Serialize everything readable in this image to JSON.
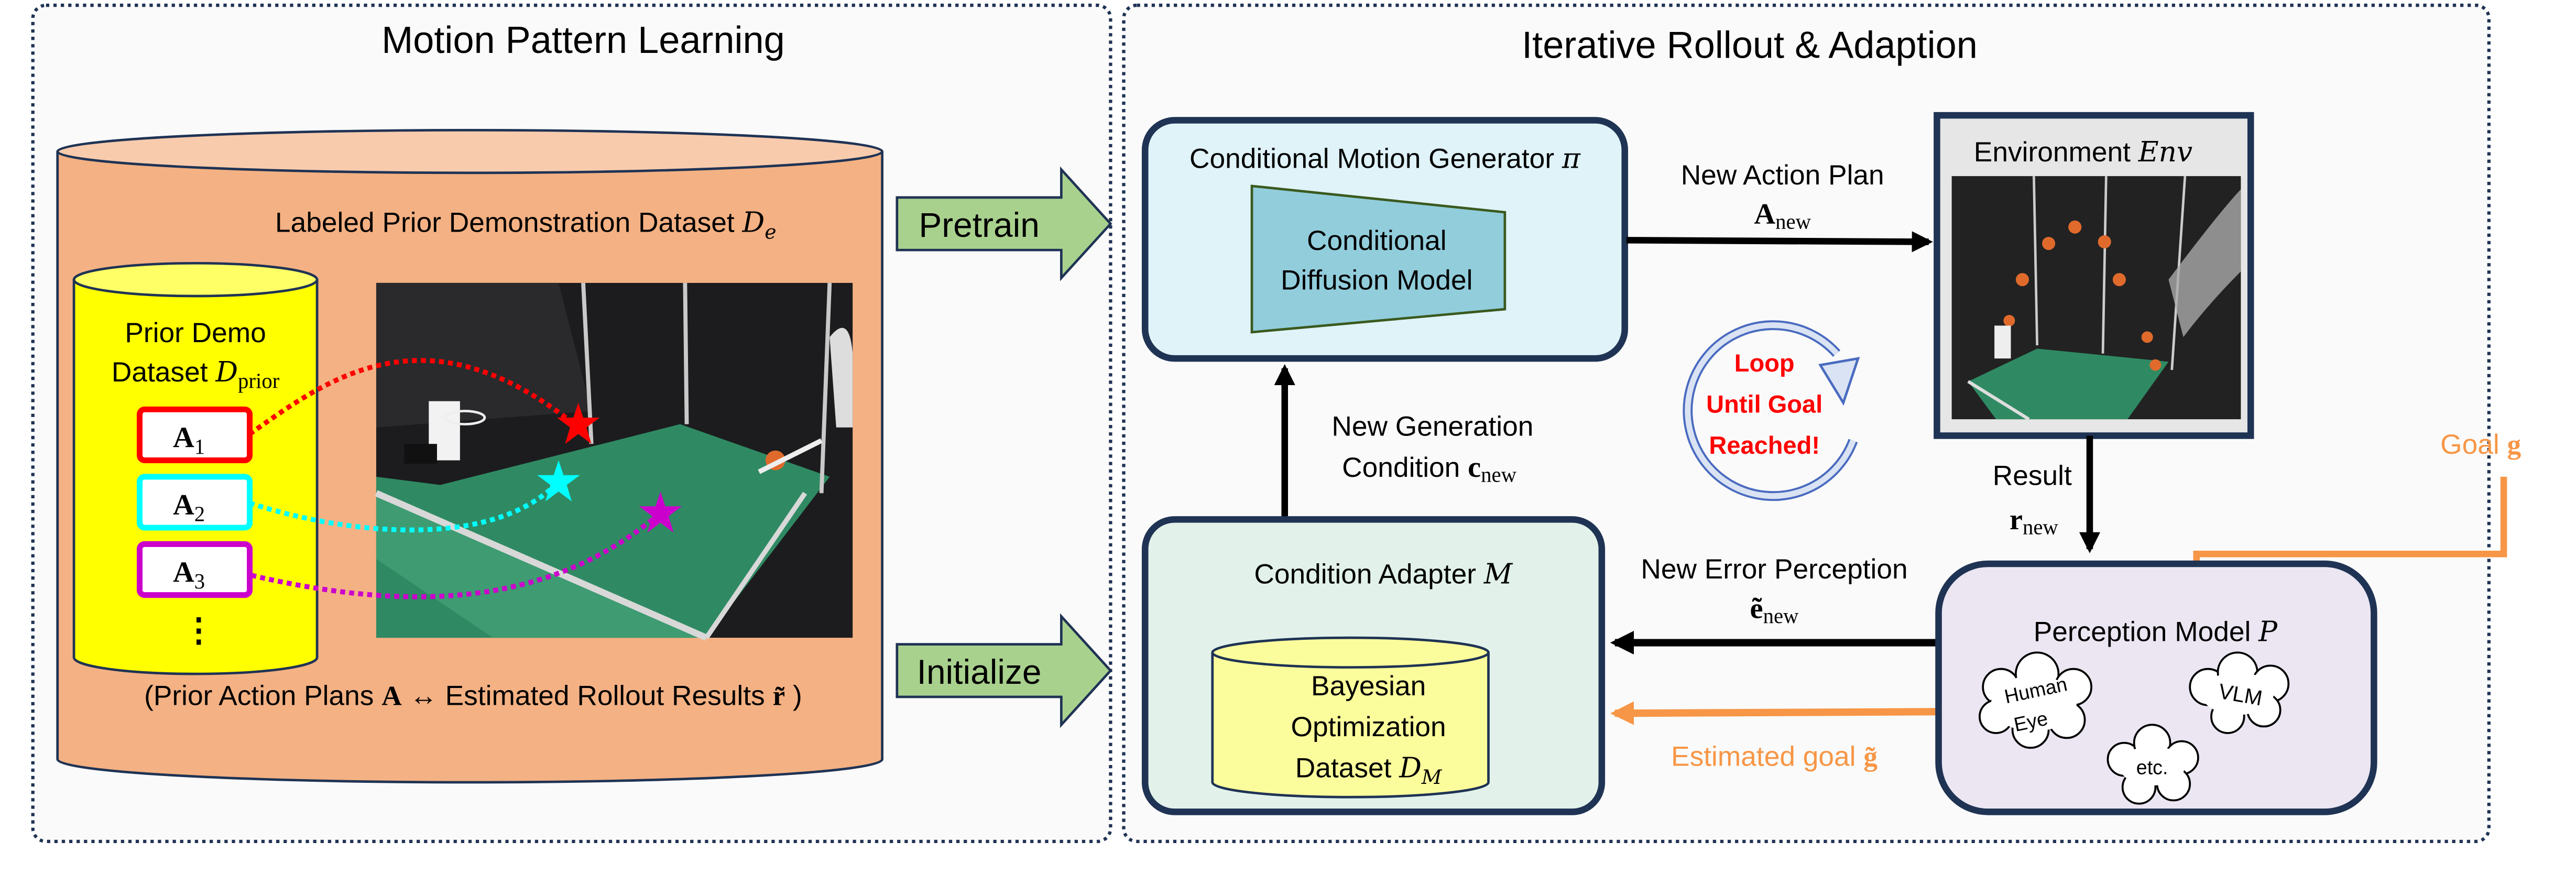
{
  "left_panel": {
    "title": "Motion Pattern Learning",
    "dataset": {
      "label": "Labeled Prior Demonstration Dataset",
      "symbol": "D",
      "subscript": "e"
    },
    "prior_demo": {
      "line1": "Prior Demo",
      "line2": "Dataset",
      "symbol": "D",
      "subscript": "prior"
    },
    "action_plans": [
      {
        "symbol": "A",
        "subscript": "1",
        "color": "#ff0000"
      },
      {
        "symbol": "A",
        "subscript": "2",
        "color": "#00ffff"
      },
      {
        "symbol": "A",
        "subscript": "3",
        "color": "#cc00cc"
      }
    ],
    "ellipsis": "⋮",
    "caption": {
      "open": "(Prior Action Plans",
      "A": "A",
      "arrow": "↔",
      "mid": "Estimated Rollout Results",
      "r": "r̃",
      "close": ")"
    }
  },
  "transfer_arrows": {
    "pretrain": "Pretrain",
    "initialize": "Initialize",
    "color": "#a9d18e"
  },
  "right_panel": {
    "title": "Iterative Rollout & Adaption",
    "generator": {
      "label": "Conditional Motion Generator",
      "symbol": "π",
      "inner_line1": "Conditional",
      "inner_line2": "Diffusion Model"
    },
    "action_plan_arrow": {
      "line1": "New Action Plan",
      "symbol": "A",
      "subscript": "new"
    },
    "environment": {
      "label": "Environment",
      "symbol": "Env"
    },
    "loop": {
      "line1": "Loop",
      "line2": "Until Goal",
      "line3": "Reached!"
    },
    "generation_arrow": {
      "line1": "New Generation",
      "line2": "Condition",
      "symbol": "c",
      "subscript": "new"
    },
    "result_arrow": {
      "line1": "Result",
      "symbol": "r",
      "subscript": "new"
    },
    "goal": {
      "label": "Goal",
      "symbol": "g",
      "color": "#f79646"
    },
    "adapter": {
      "label": "Condition Adapter",
      "symbol": "M",
      "db_line1": "Bayesian",
      "db_line2": "Optimization",
      "db_line3": "Dataset",
      "db_symbol": "D",
      "db_subscript": "M"
    },
    "error_arrow": {
      "line1": "New Error Perception",
      "symbol": "ẽ",
      "subscript": "new"
    },
    "estimated_goal_arrow": {
      "label": "Estimated goal",
      "symbol": "g̃"
    },
    "perception": {
      "label": "Perception Model",
      "symbol": "P",
      "clouds": {
        "human_line1": "Human",
        "human_line2": "Eye",
        "vlm": "VLM",
        "etc": "etc."
      }
    }
  },
  "colors": {
    "box_border": "#1f3354",
    "dataset_fill": "#f4b183",
    "prior_fill": "#ffff00",
    "generator_fill": "#dff3f9",
    "diffusion_fill": "#92cddc",
    "adapter_fill": "#e2f2ea",
    "bo_fill": "#fbfd9c",
    "perception_fill": "#ebe6f2",
    "loop_color": "#8faadc"
  }
}
